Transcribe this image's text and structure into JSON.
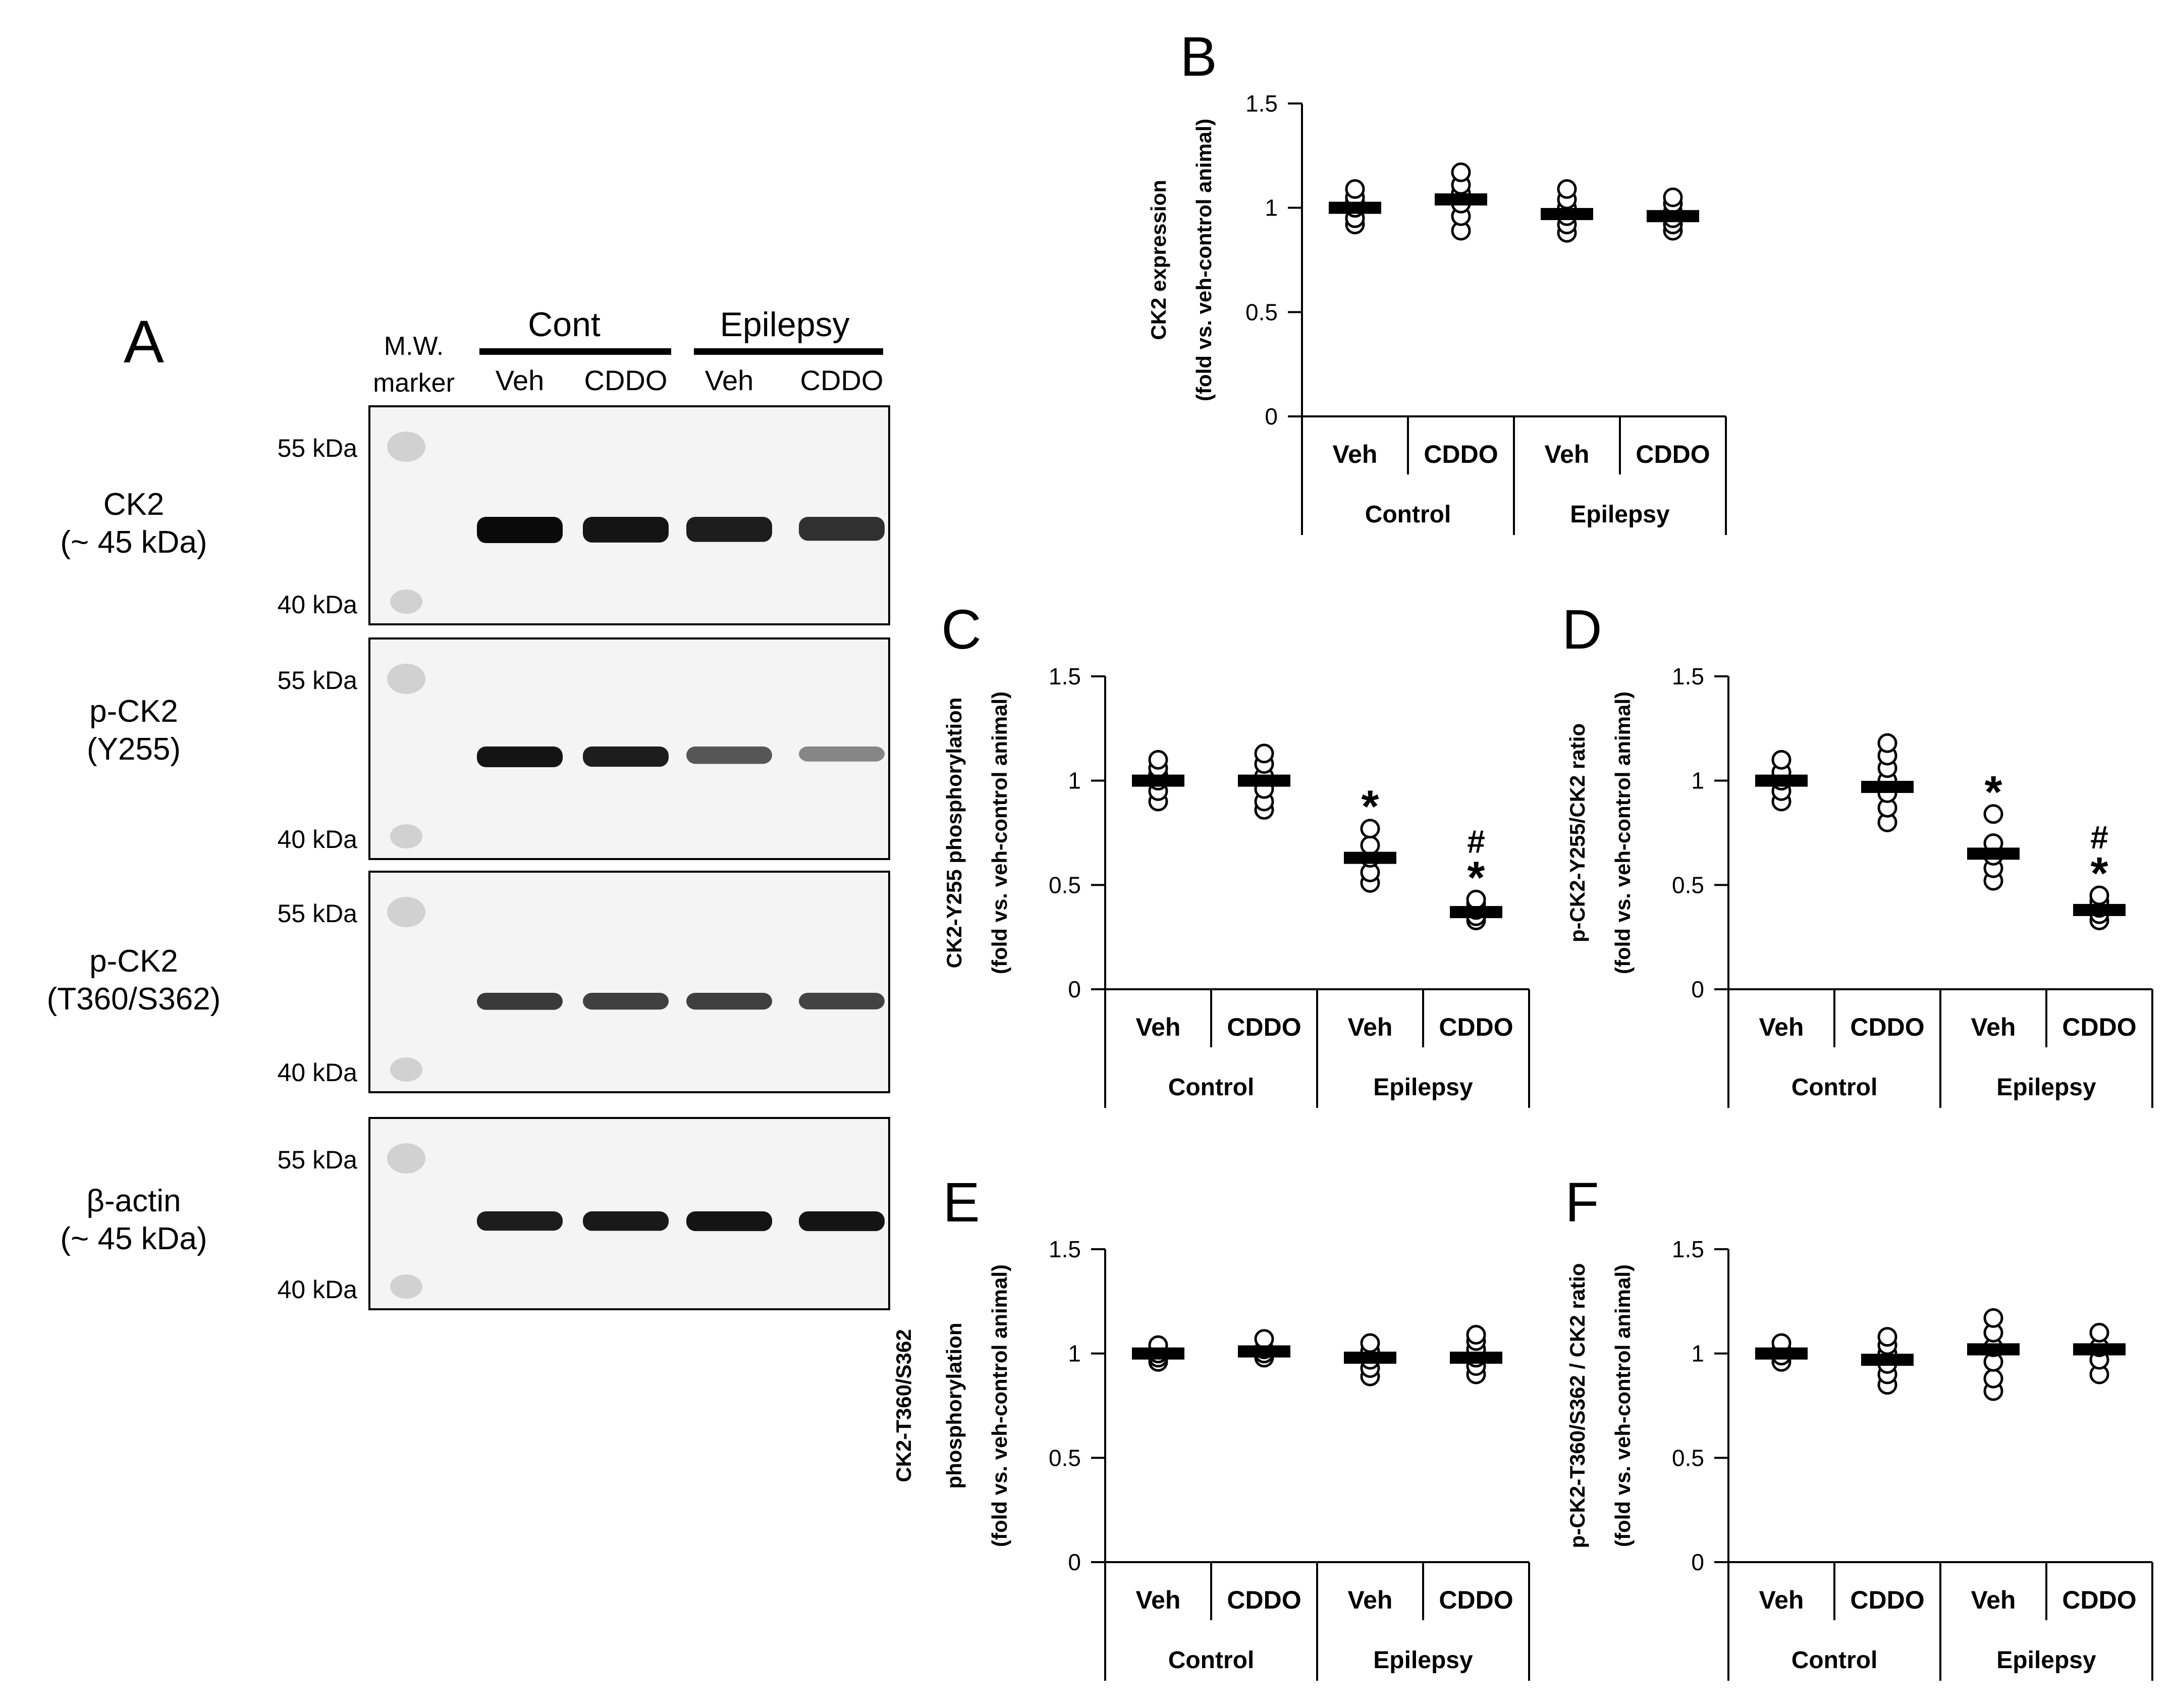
{
  "panel_a": {
    "letter": "A",
    "header": {
      "marker_label": [
        "M.W.",
        "marker"
      ],
      "groups": [
        "Cont",
        "Epilepsy"
      ],
      "lanes": [
        "Veh",
        "CDDO",
        "Veh",
        "CDDO"
      ]
    },
    "blots": [
      {
        "label": [
          "CK2",
          "(~ 45 kDa)"
        ],
        "mw_top": "55 kDa",
        "mw_bottom": "40 kDa",
        "band_intensity": [
          1.0,
          0.95,
          0.9,
          0.8
        ]
      },
      {
        "label": [
          "p-CK2",
          "(Y255)"
        ],
        "mw_top": "55 kDa",
        "mw_bottom": "40 kDa",
        "band_intensity": [
          0.95,
          0.9,
          0.6,
          0.35
        ]
      },
      {
        "label": [
          "p-CK2",
          "(T360/S362)"
        ],
        "mw_top": "55 kDa",
        "mw_bottom": "40 kDa",
        "band_intensity": [
          0.75,
          0.72,
          0.72,
          0.7
        ]
      },
      {
        "label": [
          "β-actin",
          "(~ 45 kDa)"
        ],
        "mw_top": "55 kDa",
        "mw_bottom": "40 kDa",
        "band_intensity": [
          0.9,
          0.92,
          0.95,
          0.95
        ]
      }
    ]
  },
  "chart_data": [
    {
      "panel": "B",
      "type": "scatter",
      "ylabel": [
        "CK2 expression",
        "(fold vs. veh-control animal)"
      ],
      "ylim": [
        0,
        1.5
      ],
      "yticks": [
        "0",
        "0.5",
        "1",
        "1.5"
      ],
      "categories": [
        "Veh",
        "CDDO",
        "Veh",
        "CDDO"
      ],
      "groups": [
        "Control",
        "Epilepsy"
      ],
      "points": [
        [
          0.92,
          0.95,
          1.0,
          1.03,
          1.05,
          1.09
        ],
        [
          0.89,
          0.96,
          1.02,
          1.07,
          1.11,
          1.17
        ],
        [
          0.88,
          0.92,
          0.96,
          1.0,
          1.04,
          1.09
        ],
        [
          0.89,
          0.92,
          0.95,
          0.98,
          1.02,
          1.05
        ]
      ],
      "means": [
        1.0,
        1.04,
        0.97,
        0.96
      ],
      "annotations": [
        [],
        [],
        [],
        []
      ]
    },
    {
      "panel": "C",
      "type": "scatter",
      "ylabel": [
        "CK2-Y255 phosphorylation",
        "(fold vs. veh-control animal)"
      ],
      "ylim": [
        0,
        1.5
      ],
      "yticks": [
        "0",
        "0.5",
        "1",
        "1.5"
      ],
      "categories": [
        "Veh",
        "CDDO",
        "Veh",
        "CDDO"
      ],
      "groups": [
        "Control",
        "Epilepsy"
      ],
      "points": [
        [
          0.9,
          0.95,
          1.0,
          1.03,
          1.06,
          1.1
        ],
        [
          0.86,
          0.9,
          0.96,
          1.02,
          1.08,
          1.13
        ],
        [
          0.51,
          0.56,
          0.63,
          0.69,
          0.77
        ],
        [
          0.33,
          0.35,
          0.38,
          0.41,
          0.43
        ]
      ],
      "means": [
        1.0,
        1.0,
        0.63,
        0.37
      ],
      "annotations": [
        [],
        [],
        [
          "*"
        ],
        [
          "#",
          "*"
        ]
      ]
    },
    {
      "panel": "D",
      "type": "scatter",
      "ylabel": [
        "p-CK2-Y255/CK2 ratio",
        "(fold vs. veh-control animal)"
      ],
      "ylim": [
        0,
        1.5
      ],
      "yticks": [
        "0",
        "0.5",
        "1",
        "1.5"
      ],
      "categories": [
        "Veh",
        "CDDO",
        "Veh",
        "CDDO"
      ],
      "groups": [
        "Control",
        "Epilepsy"
      ],
      "points": [
        [
          0.9,
          0.95,
          1.0,
          1.04,
          1.1
        ],
        [
          0.8,
          0.87,
          0.94,
          1.0,
          1.06,
          1.12,
          1.18
        ],
        [
          0.52,
          0.58,
          0.64,
          0.7,
          0.84
        ],
        [
          0.33,
          0.36,
          0.39,
          0.42,
          0.45
        ]
      ],
      "means": [
        1.0,
        0.97,
        0.65,
        0.38
      ],
      "annotations": [
        [],
        [],
        [
          "*"
        ],
        [
          "#",
          "*"
        ]
      ]
    },
    {
      "panel": "E",
      "type": "scatter",
      "ylabel": [
        "CK2-T360/S362",
        "phosphorylation",
        "(fold vs. veh-control animal)"
      ],
      "ylim": [
        0,
        1.5
      ],
      "yticks": [
        "0",
        "0.5",
        "1",
        "1.5"
      ],
      "categories": [
        "Veh",
        "CDDO",
        "Veh",
        "CDDO"
      ],
      "groups": [
        "Control",
        "Epilepsy"
      ],
      "points": [
        [
          0.96,
          0.98,
          1.0,
          1.02,
          1.04
        ],
        [
          0.98,
          1.0,
          1.02,
          1.07
        ],
        [
          0.89,
          0.93,
          0.97,
          1.01,
          1.05
        ],
        [
          0.9,
          0.94,
          0.98,
          1.02,
          1.06,
          1.09
        ]
      ],
      "means": [
        1.0,
        1.01,
        0.98,
        0.98
      ],
      "annotations": [
        [],
        [],
        [],
        []
      ]
    },
    {
      "panel": "F",
      "type": "scatter",
      "ylabel": [
        "p-CK2-T360/S362 / CK2 ratio",
        "(fold vs. veh-control animal)"
      ],
      "ylim": [
        0,
        1.5
      ],
      "yticks": [
        "0",
        "0.5",
        "1",
        "1.5"
      ],
      "categories": [
        "Veh",
        "CDDO",
        "Veh",
        "CDDO"
      ],
      "groups": [
        "Control",
        "Epilepsy"
      ],
      "points": [
        [
          0.96,
          0.99,
          1.02,
          1.05
        ],
        [
          0.85,
          0.9,
          0.95,
          1.0,
          1.04,
          1.08
        ],
        [
          0.82,
          0.88,
          0.96,
          1.03,
          1.1,
          1.17
        ],
        [
          0.9,
          0.97,
          1.03,
          1.1
        ]
      ],
      "means": [
        1.0,
        0.97,
        1.02,
        1.02
      ],
      "annotations": [
        [],
        [],
        [],
        []
      ]
    }
  ]
}
